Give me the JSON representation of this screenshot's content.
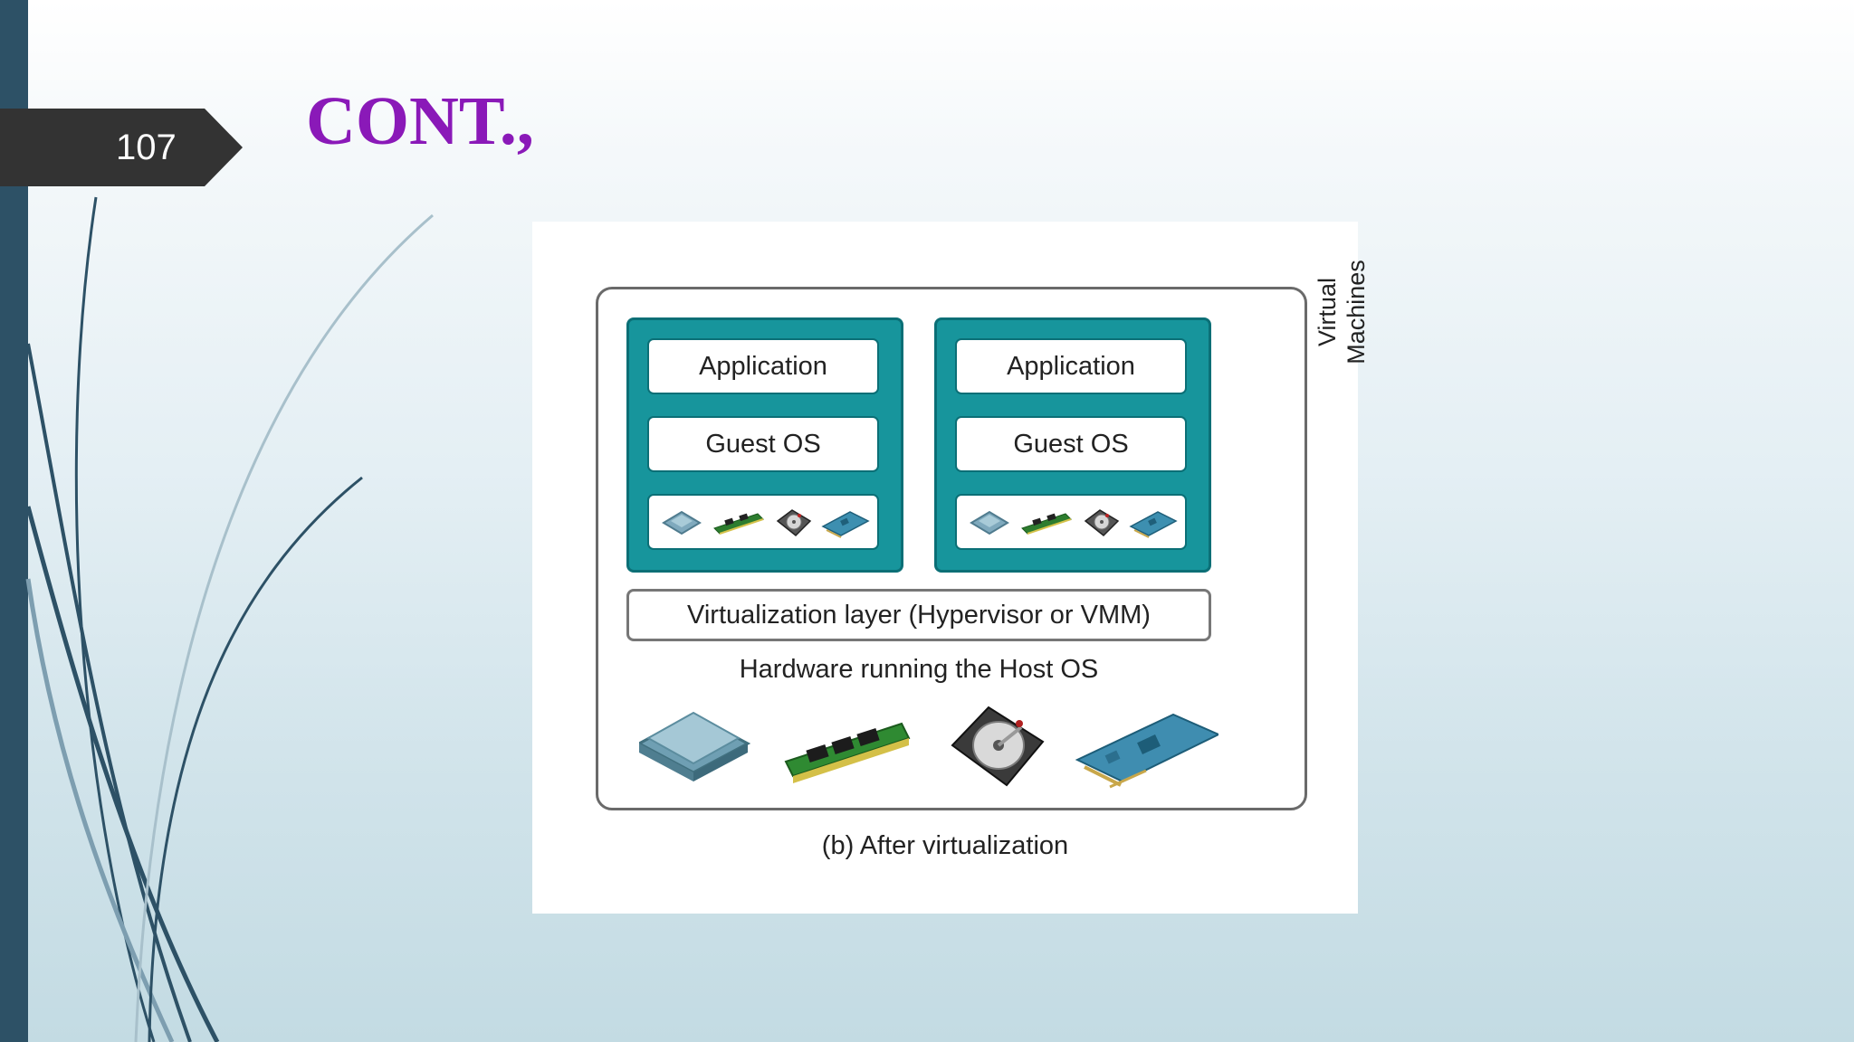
{
  "slide": {
    "page_number": "107",
    "title": "CONT.,"
  },
  "diagram": {
    "virtual_machines": [
      {
        "application": "Application",
        "guest_os": "Guest OS",
        "hardware_icons": [
          "cpu-icon",
          "ram-icon",
          "hard-disk-icon",
          "network-card-icon"
        ]
      },
      {
        "application": "Application",
        "guest_os": "Guest OS",
        "hardware_icons": [
          "cpu-icon",
          "ram-icon",
          "hard-disk-icon",
          "network-card-icon"
        ]
      }
    ],
    "vm_label_line1": "Virtual",
    "vm_label_line2": "Machines",
    "hypervisor_label": "Virtualization layer (Hypervisor or VMM)",
    "host_label": "Hardware running the Host OS",
    "host_hardware_icons": [
      "cpu-icon",
      "ram-icon",
      "hard-disk-icon",
      "network-card-icon"
    ],
    "caption": "(b) After virtualization"
  },
  "colors": {
    "title": "#8a19b8",
    "vm_fill": "#17959c",
    "side_bar": "#2d5166",
    "page_tab": "#333333"
  }
}
